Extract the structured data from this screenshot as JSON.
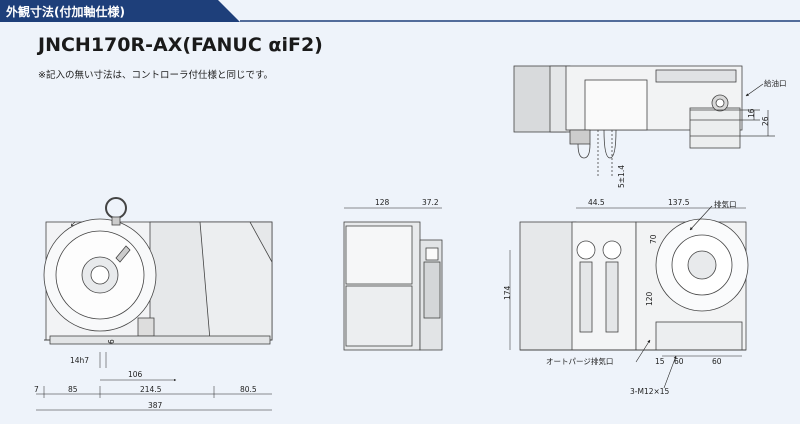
{
  "header": {
    "title": "外観寸法(付加軸仕様)"
  },
  "model": {
    "title": "JNCH170R-AX(FANUC αiF2)"
  },
  "note": "※記入の無い寸法は、コントローラ付仕様と同じです。",
  "top_view": {
    "label_oil": "給油口",
    "dim_16": "16",
    "dim_26": "26",
    "dim_5": "5±1.4"
  },
  "front_view": {
    "dim_14h7": "14h7",
    "dim_6": "6",
    "dim_106": "106",
    "dim_7": "7",
    "dim_85": "85",
    "dim_2145": "214.5",
    "dim_805": "80.5",
    "dim_387": "387"
  },
  "side_view": {
    "dim_128": "128",
    "dim_372": "37.2"
  },
  "right_view": {
    "dim_445": "44.5",
    "dim_1375": "137.5",
    "label_exhaust": "排気口",
    "dim_70": "70",
    "dim_174": "174",
    "dim_120": "120",
    "label_autopurge": "オートパージ排気口",
    "dim_15": "15",
    "dim_60a": "60",
    "dim_60b": "60",
    "label_tap": "3-M12×15"
  }
}
